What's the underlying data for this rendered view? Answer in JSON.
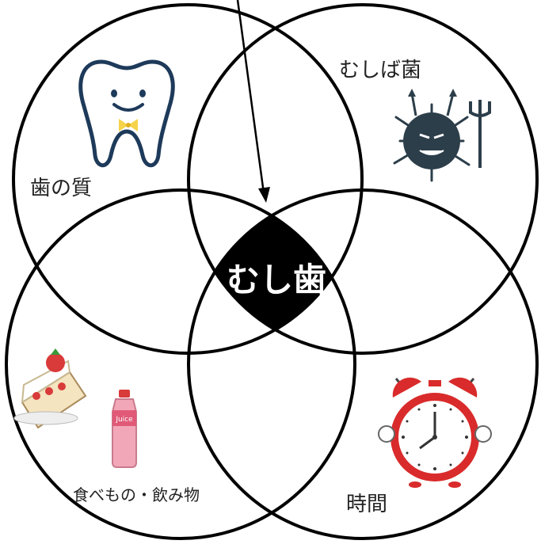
{
  "diagram": {
    "center_label": "むし歯",
    "circles": [
      {
        "label": "歯の質"
      },
      {
        "label": "むしば菌"
      },
      {
        "label": "食べもの・飲み物"
      },
      {
        "label": "時間"
      }
    ],
    "illustrations": {
      "tooth": "tooth-character-icon",
      "germ": "cavity-germ-icon",
      "food": "shortcake-icon",
      "drink": "juice-bottle-icon",
      "clock": "alarm-clock-icon"
    },
    "juice_text": "Juice",
    "colors": {
      "stroke": "#000000",
      "center_fill": "#000000",
      "tooth_bow": "#f5d34a",
      "germ": "#2c3e4a",
      "strawberry": "#d93a3a",
      "clock_red": "#d92b2b",
      "juice_pink": "#f2a7b8"
    }
  }
}
